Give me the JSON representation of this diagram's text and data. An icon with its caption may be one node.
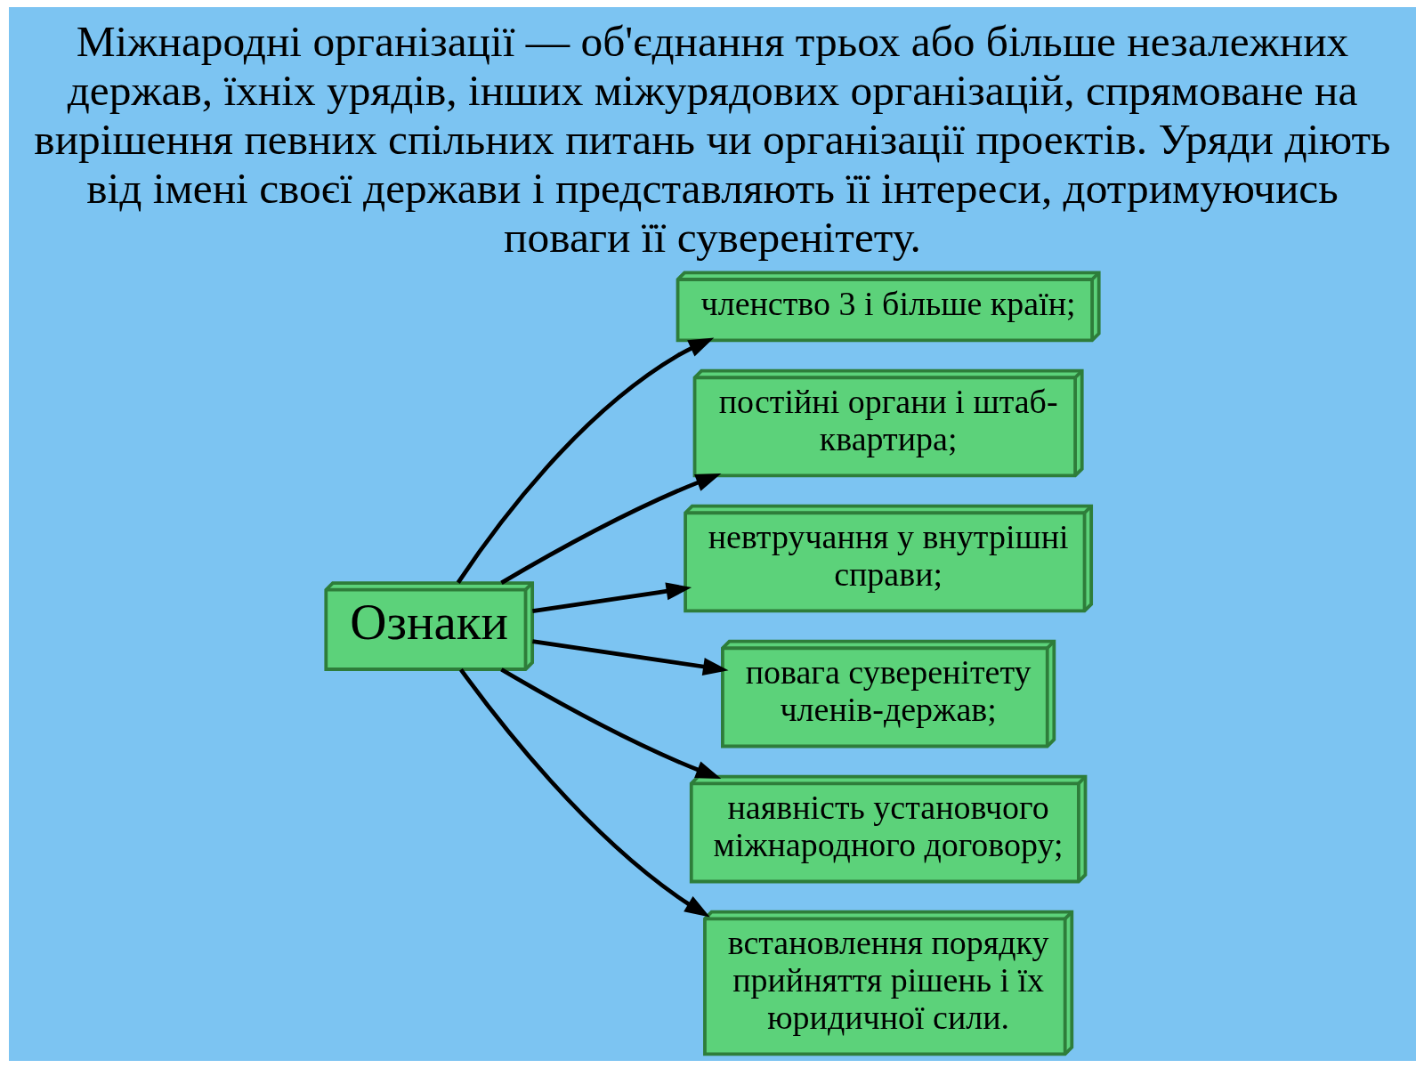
{
  "diagram": {
    "title": "Міжнародні організації — об'єднання трьох або більше незалежних держав, їхніх урядів, інших міжурядових організацій, спрямоване на вирішення певних спільних питань чи організації проектів. Уряди діють від імені своєї держави і представляють її інтереси, дотримуючись поваги її суверенітету.",
    "nodes": [
      {
        "text": [
          "Ознаки"
        ]
      },
      {
        "text": [
          "членство 3 і більше країн;"
        ]
      },
      {
        "text": [
          "постійні органи і штаб-квартира;"
        ]
      },
      {
        "text": [
          "невтручання у внутрішні справи;"
        ]
      },
      {
        "text": [
          "повага суверенітету членів-держав;"
        ]
      },
      {
        "text": [
          "наявність установчого міжнародного договору;"
        ]
      },
      {
        "text": [
          "встановлення порядку прийняття рішень і їх юридичної сили."
        ]
      }
    ],
    "edges": [
      {
        "from": 0,
        "to": 1,
        "arrow": "to"
      },
      {
        "from": 0,
        "to": 2,
        "arrow": "to"
      },
      {
        "from": 0,
        "to": 3,
        "arrow": "to"
      },
      {
        "from": 0,
        "to": 4,
        "arrow": "to"
      },
      {
        "from": 0,
        "to": 5,
        "arrow": "to"
      },
      {
        "from": 0,
        "to": 6,
        "arrow": "to"
      }
    ]
  }
}
